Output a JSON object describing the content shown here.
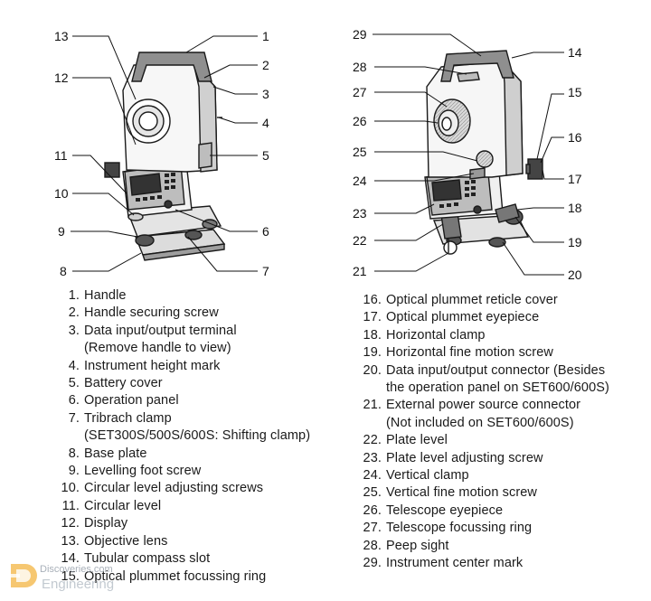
{
  "callouts_left": [
    "13",
    "12",
    "11",
    "10",
    "9",
    "8",
    "1",
    "2",
    "3",
    "4",
    "5",
    "6",
    "7"
  ],
  "callouts_right": [
    "29",
    "28",
    "27",
    "26",
    "25",
    "24",
    "23",
    "22",
    "21",
    "14",
    "15",
    "16",
    "17",
    "18",
    "19",
    "20"
  ],
  "legend_left": [
    {
      "num": "1.",
      "text": "Handle"
    },
    {
      "num": "2.",
      "text": "Handle securing screw"
    },
    {
      "num": "3.",
      "text": "Data input/output terminal"
    },
    {
      "num": "",
      "text": "(Remove handle to view)"
    },
    {
      "num": "4.",
      "text": "Instrument height mark"
    },
    {
      "num": "5.",
      "text": "Battery cover"
    },
    {
      "num": "6.",
      "text": "Operation panel"
    },
    {
      "num": "7.",
      "text": "Tribrach clamp"
    },
    {
      "num": "",
      "text": "(SET300S/500S/600S: Shifting clamp)"
    },
    {
      "num": "8.",
      "text": "Base plate"
    },
    {
      "num": "9.",
      "text": "Levelling foot screw"
    },
    {
      "num": "10.",
      "text": "Circular level adjusting screws"
    },
    {
      "num": "11.",
      "text": "Circular level"
    },
    {
      "num": "12.",
      "text": "Display"
    },
    {
      "num": "13.",
      "text": "Objective lens"
    },
    {
      "num": "14.",
      "text": "Tubular compass slot"
    },
    {
      "num": "15.",
      "text": "Optical plummet focussing ring"
    }
  ],
  "legend_right": [
    {
      "num": "16.",
      "text": "Optical plummet reticle cover"
    },
    {
      "num": "17.",
      "text": "Optical plummet eyepiece"
    },
    {
      "num": "18.",
      "text": "Horizontal clamp"
    },
    {
      "num": "19.",
      "text": "Horizontal fine motion screw"
    },
    {
      "num": "20.",
      "text": "Data input/output connector (Besides"
    },
    {
      "num": "",
      "text": "the operation panel on SET600/600S)"
    },
    {
      "num": "21.",
      "text": "External power source connector"
    },
    {
      "num": "",
      "text": "(Not included on SET600/600S)"
    },
    {
      "num": "22.",
      "text": "Plate level"
    },
    {
      "num": "23.",
      "text": "Plate level adjusting screw"
    },
    {
      "num": "24.",
      "text": "Vertical clamp"
    },
    {
      "num": "25.",
      "text": "Vertical fine motion screw"
    },
    {
      "num": "26.",
      "text": "Telescope eyepiece"
    },
    {
      "num": "27.",
      "text": "Telescope focussing ring"
    },
    {
      "num": "28.",
      "text": "Peep sight"
    },
    {
      "num": "29.",
      "text": "Instrument center mark"
    }
  ],
  "watermark": {
    "top": "Discoveries.com",
    "bottom": "Engineering",
    "logo_icon": "ed-logo-icon"
  }
}
